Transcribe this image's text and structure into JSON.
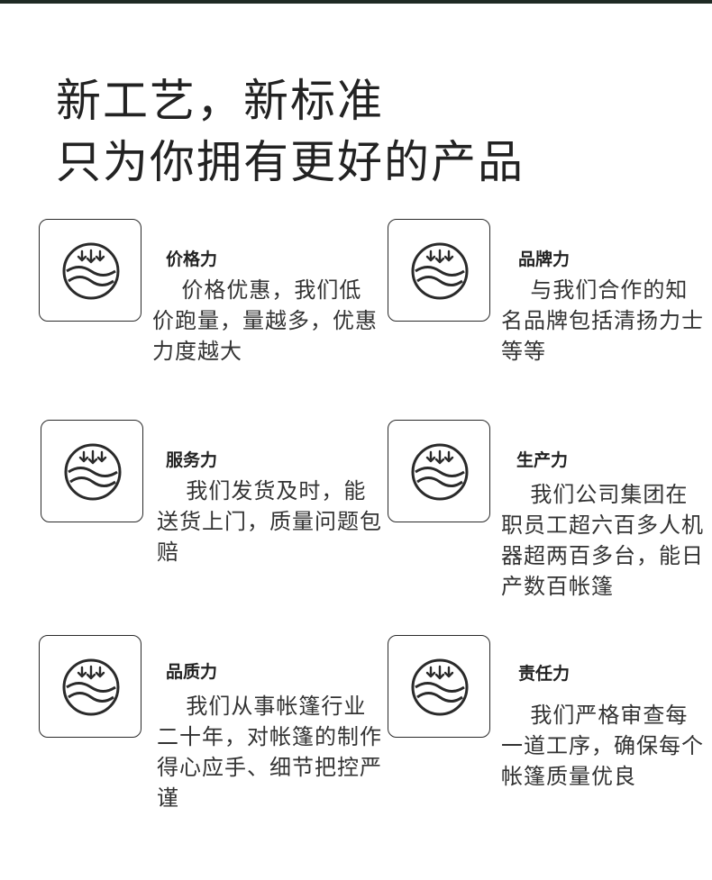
{
  "headline": {
    "line1": "新工艺，新标准",
    "line2": "只为你拥有更好的产品"
  },
  "features": [
    {
      "title": "价格力",
      "desc": "价格优惠，我们低价跑量，量越多，优惠力度越大",
      "icon": "wave-down-arrows-icon"
    },
    {
      "title": "品牌力",
      "desc": "与我们合作的知名品牌包括清扬力士等等",
      "icon": "wave-down-arrows-icon"
    },
    {
      "title": "服务力",
      "desc": "我们发货及时，能送货上门，质量问题包赔",
      "icon": "wave-down-arrows-icon"
    },
    {
      "title": "生产力",
      "desc": "我们公司集团在职员工超六百多人机器超两百多台，能日产数百帐篷",
      "icon": "wave-down-arrows-icon"
    },
    {
      "title": "品质力",
      "desc": "我们从事帐篷行业二十年，对帐篷的制作得心应手、细节把控严谨",
      "icon": "wave-down-arrows-icon"
    },
    {
      "title": "责任力",
      "desc": "我们严格审查每一道工序，确保每个帐篷质量优良",
      "icon": "wave-down-arrows-icon"
    }
  ],
  "colors": {
    "top_bar": "#1f2a24",
    "text": "#222222",
    "border": "#2a2a2a"
  }
}
